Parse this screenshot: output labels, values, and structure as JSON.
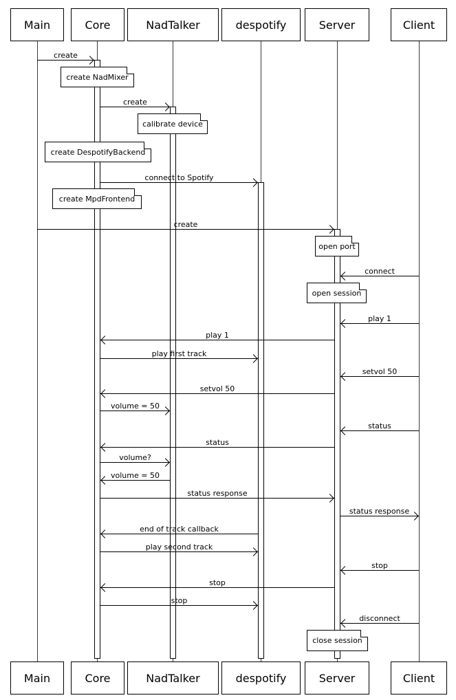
{
  "diagram": {
    "type": "uml-sequence-diagram",
    "line_color": "#000000",
    "background": "#ffffff"
  },
  "actors": [
    {
      "name": "Main"
    },
    {
      "name": "Core"
    },
    {
      "name": "NadTalker"
    },
    {
      "name": "despotify"
    },
    {
      "name": "Server"
    },
    {
      "name": "Client"
    }
  ],
  "messages": [
    {
      "label": "create",
      "from": "Main",
      "to": "Core"
    },
    {
      "label": "create",
      "from": "Core",
      "to": "NadTalker"
    },
    {
      "label": "connect to Spotify",
      "from": "Core",
      "to": "despotify"
    },
    {
      "label": "create",
      "from": "Main",
      "to": "Server"
    },
    {
      "label": "connect",
      "from": "Client",
      "to": "Server"
    },
    {
      "label": "play 1",
      "from": "Client",
      "to": "Server"
    },
    {
      "label": "play 1",
      "from": "Server",
      "to": "Core"
    },
    {
      "label": "play first track",
      "from": "Core",
      "to": "despotify"
    },
    {
      "label": "setvol 50",
      "from": "Client",
      "to": "Server"
    },
    {
      "label": "setvol 50",
      "from": "Server",
      "to": "Core"
    },
    {
      "label": "volume = 50",
      "from": "Core",
      "to": "NadTalker"
    },
    {
      "label": "status",
      "from": "Client",
      "to": "Server"
    },
    {
      "label": "status",
      "from": "Server",
      "to": "Core"
    },
    {
      "label": "volume?",
      "from": "Core",
      "to": "NadTalker"
    },
    {
      "label": "volume = 50",
      "from": "NadTalker",
      "to": "Core"
    },
    {
      "label": "status response",
      "from": "Core",
      "to": "Server"
    },
    {
      "label": "status response",
      "from": "Server",
      "to": "Client"
    },
    {
      "label": "end of track callback",
      "from": "despotify",
      "to": "Core"
    },
    {
      "label": "play second track",
      "from": "Core",
      "to": "despotify"
    },
    {
      "label": "stop",
      "from": "Client",
      "to": "Server"
    },
    {
      "label": "stop",
      "from": "Server",
      "to": "Core"
    },
    {
      "label": "stop",
      "from": "Core",
      "to": "despotify"
    },
    {
      "label": "disconnect",
      "from": "Client",
      "to": "Server"
    }
  ],
  "notes": [
    {
      "text": "create NadMixer",
      "on": "Core"
    },
    {
      "text": "calibrate device",
      "on": "NadTalker"
    },
    {
      "text": "create DespotifyBackend",
      "on": "Core"
    },
    {
      "text": "create MpdFrontend",
      "on": "Core"
    },
    {
      "text": "open port",
      "on": "Server"
    },
    {
      "text": "open session",
      "on": "Server"
    },
    {
      "text": "close session",
      "on": "Server"
    }
  ]
}
